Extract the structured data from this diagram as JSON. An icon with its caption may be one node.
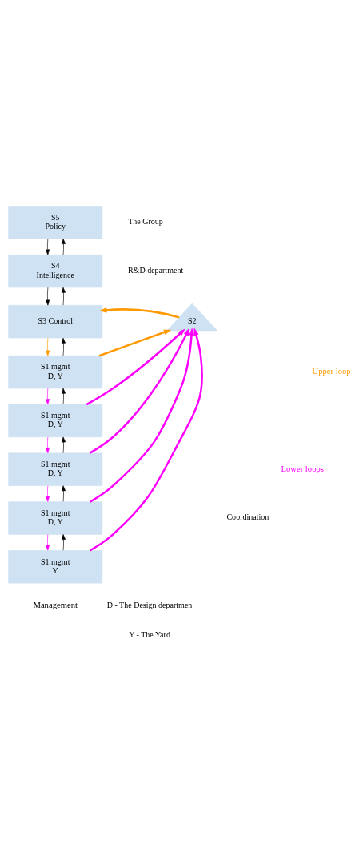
{
  "diagram": {
    "nodes": [
      {
        "text": [
          "S5",
          "Policy"
        ],
        "beside": [
          "The Group"
        ]
      },
      {
        "text": [
          "S4",
          "Intelligence"
        ],
        "beside": [
          "R&D department"
        ]
      },
      {
        "text": [
          "S3 Control"
        ]
      },
      {
        "text": [
          "S2"
        ]
      },
      {
        "text": [
          "S1 mgmt",
          "D, Y"
        ]
      },
      {
        "text": [
          "S1 mgmt",
          "D, Y"
        ]
      },
      {
        "text": [
          "S1 mgmt",
          "D, Y"
        ]
      },
      {
        "text": [
          "S1 mgmt",
          "D, Y"
        ]
      },
      {
        "text": [
          "S1 mgmt",
          "Y"
        ]
      }
    ],
    "edges": [
      {
        "from": 0,
        "to": 1,
        "arrow": "to"
      },
      {
        "from": 1,
        "to": 0,
        "arrow": "to"
      },
      {
        "from": 1,
        "to": 2,
        "arrow": "to"
      },
      {
        "from": 2,
        "to": 1,
        "arrow": "to"
      },
      {
        "from": 3,
        "to": 2,
        "arrow": "to",
        "style": "thick",
        "color": "#ff9900"
      },
      {
        "from": 2,
        "to": 4,
        "arrow": "to",
        "color": "#ff9900"
      },
      {
        "from": 4,
        "to": 2,
        "arrow": "to"
      },
      {
        "from": 4,
        "to": 3,
        "arrow": "to",
        "style": "thick",
        "color": "#ff9900"
      },
      {
        "from": 4,
        "to": 5,
        "arrow": "to",
        "color": "#ff00ff"
      },
      {
        "from": 5,
        "to": 4,
        "arrow": "to"
      },
      {
        "from": 5,
        "to": 3,
        "arrow": "to",
        "style": "thick",
        "color": "#ff00ff"
      },
      {
        "from": 5,
        "to": 6,
        "arrow": "to",
        "color": "#ff00ff"
      },
      {
        "from": 6,
        "to": 5,
        "arrow": "to"
      },
      {
        "from": 6,
        "to": 3,
        "arrow": "to",
        "style": "thick",
        "color": "#ff00ff"
      },
      {
        "from": 6,
        "to": 7,
        "arrow": "to",
        "color": "#ff00ff"
      },
      {
        "from": 7,
        "to": 6,
        "arrow": "to"
      },
      {
        "from": 7,
        "to": 3,
        "arrow": "to",
        "style": "thick",
        "color": "#ff00ff"
      },
      {
        "from": 7,
        "to": 8,
        "arrow": "to",
        "color": "#ff00ff"
      },
      {
        "from": 8,
        "to": 7,
        "arrow": "to"
      },
      {
        "from": 8,
        "to": 3,
        "arrow": "to",
        "style": "thick",
        "color": "#ff00ff"
      }
    ],
    "labels": [
      "Upper loop",
      "Lower loops",
      "Coordination",
      "Management",
      "D - The Design departmen",
      "Y - The Yard"
    ]
  }
}
